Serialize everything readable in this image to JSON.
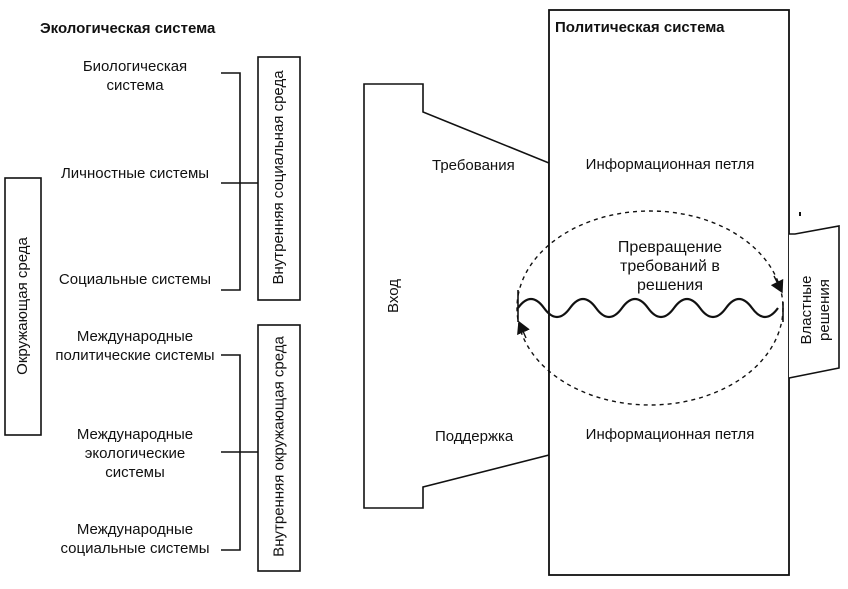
{
  "ecological_title": "Экологическая система",
  "political_title": "Политическая система",
  "environment_label": "Окружающая среда",
  "internal_group": {
    "label": "Внутренняя социальная среда",
    "items": [
      "Биологическая система",
      "Личностные системы",
      "Социальные системы"
    ]
  },
  "external_group": {
    "label": "Внутренняя окружающая среда",
    "items": [
      "Международные политические системы",
      "Международные экологические системы",
      "Международные социальные системы"
    ]
  },
  "input_label": "Вход",
  "demands_label": "Требования",
  "support_label": "Поддержка",
  "info_loop_top": "Информационная петля",
  "info_loop_bottom": "Информационная петля",
  "conversion_label": "Превращение требований в решения",
  "output_label": "Властные решения"
}
